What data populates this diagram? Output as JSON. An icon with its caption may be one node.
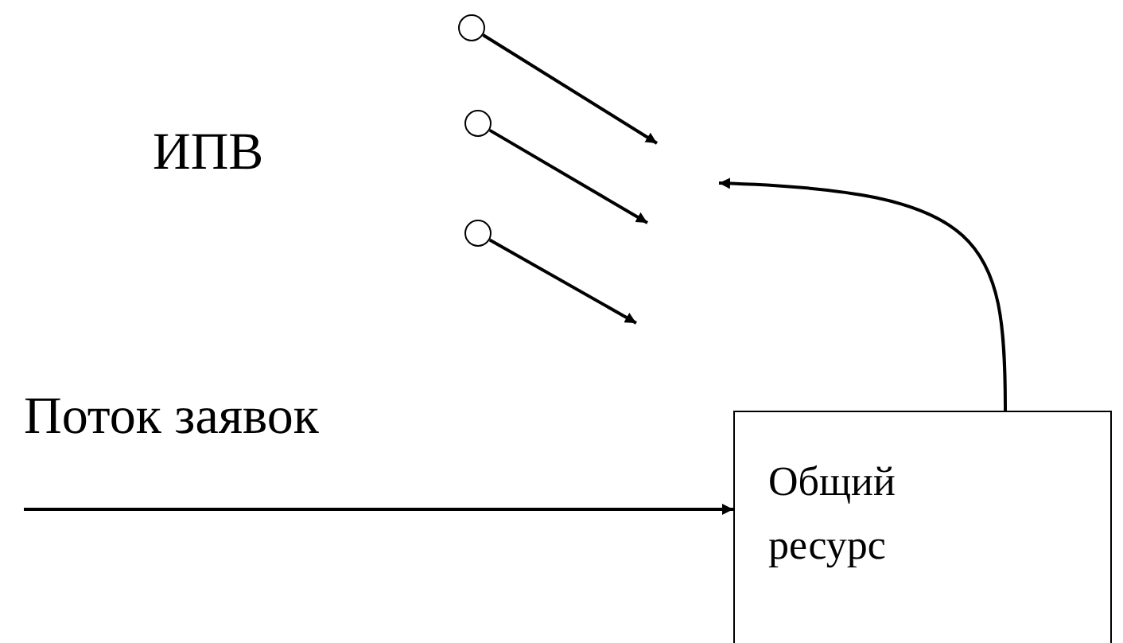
{
  "diagram": {
    "nodes": [
      {
        "text": [],
        "shape": "circle"
      },
      {
        "text": [],
        "shape": "circle"
      },
      {
        "text": [],
        "shape": "circle"
      },
      {
        "text": [
          "Общий ресурс"
        ]
      }
    ],
    "edges": [
      {
        "from": 0,
        "to": null,
        "arrow": "to"
      },
      {
        "from": 1,
        "to": null,
        "arrow": "to"
      },
      {
        "from": 2,
        "to": null,
        "arrow": "to"
      },
      {
        "from": null,
        "to": 3,
        "arrow": "to",
        "label": "Поток заявок"
      },
      {
        "from": 3,
        "to": null,
        "arrow": "to"
      }
    ],
    "labels": [
      "ИПВ"
    ]
  }
}
